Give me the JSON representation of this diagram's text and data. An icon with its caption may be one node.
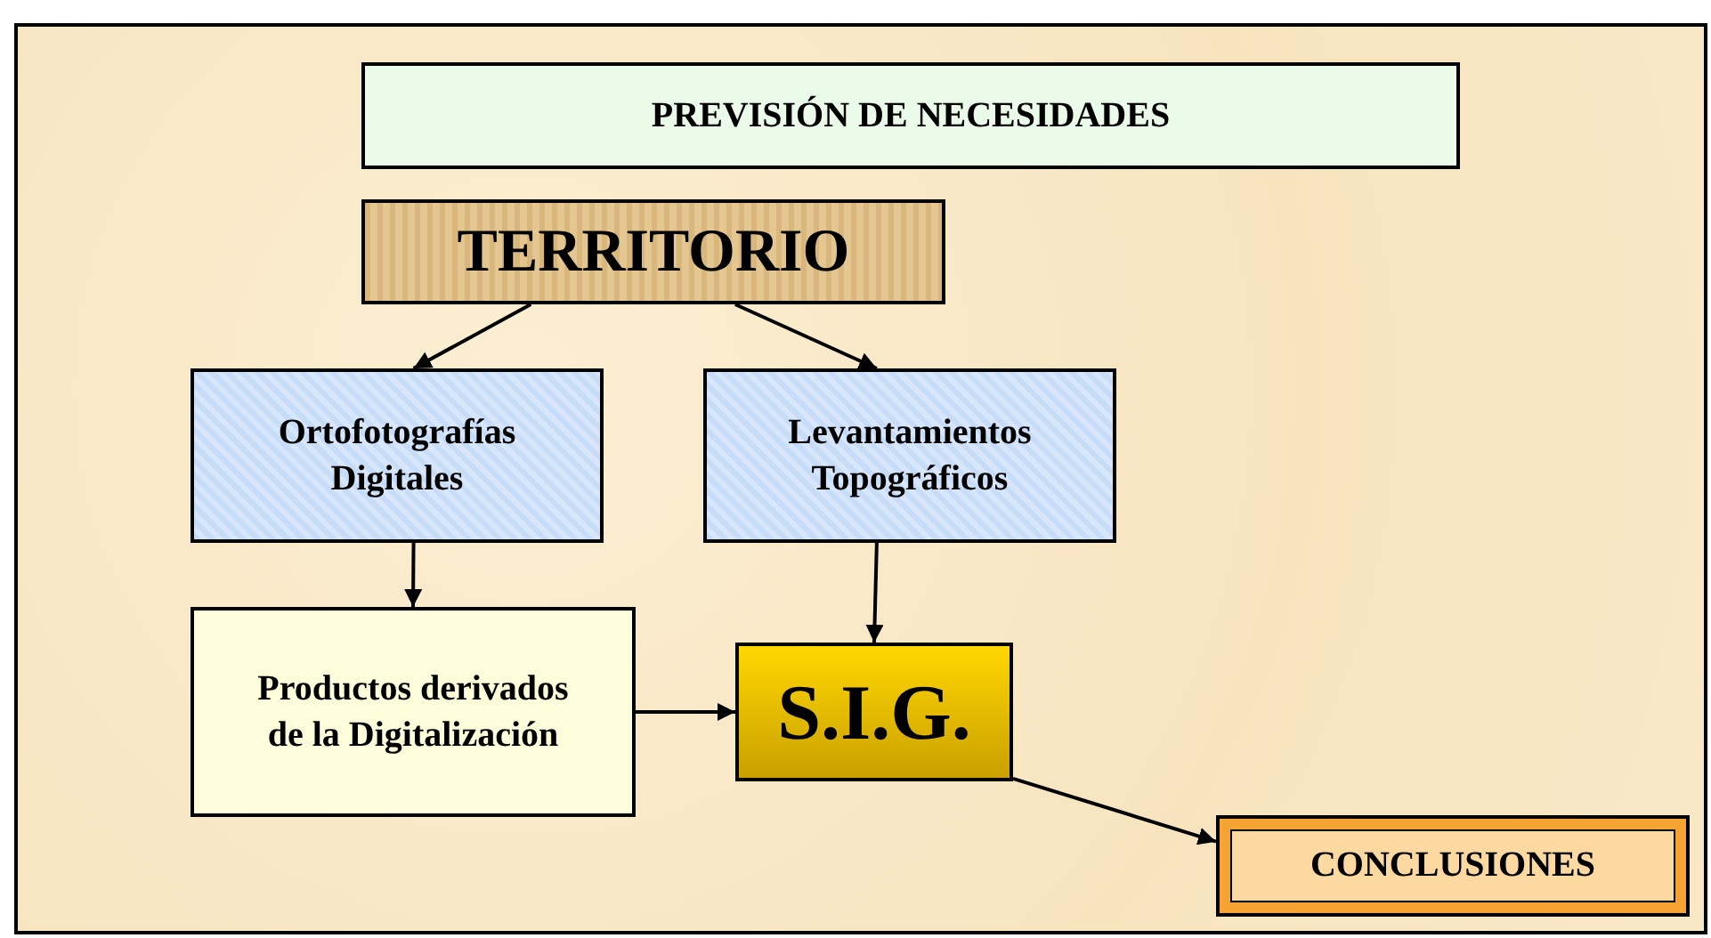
{
  "diagram": {
    "nodes": [
      {
        "text": [
          "PREVISIÓN DE NECESIDADES"
        ]
      },
      {
        "text": [
          "TERRITORIO"
        ]
      },
      {
        "text": [
          "Ortofotografías Digitales"
        ]
      },
      {
        "text": [
          "Levantamientos Topográficos"
        ]
      },
      {
        "text": [
          "Productos derivados de la Digitalización"
        ]
      },
      {
        "text": [
          "S.I.G."
        ]
      },
      {
        "text": [
          "CONCLUSIONES"
        ]
      }
    ],
    "edges": [
      {
        "from": 1,
        "to": 2,
        "arrow": "to"
      },
      {
        "from": 1,
        "to": 3,
        "arrow": "to"
      },
      {
        "from": 2,
        "to": 4,
        "arrow": "to"
      },
      {
        "from": 3,
        "to": 5,
        "arrow": "to"
      },
      {
        "from": 4,
        "to": 5,
        "arrow": "to"
      },
      {
        "from": 5,
        "to": 6,
        "arrow": "to"
      }
    ]
  }
}
